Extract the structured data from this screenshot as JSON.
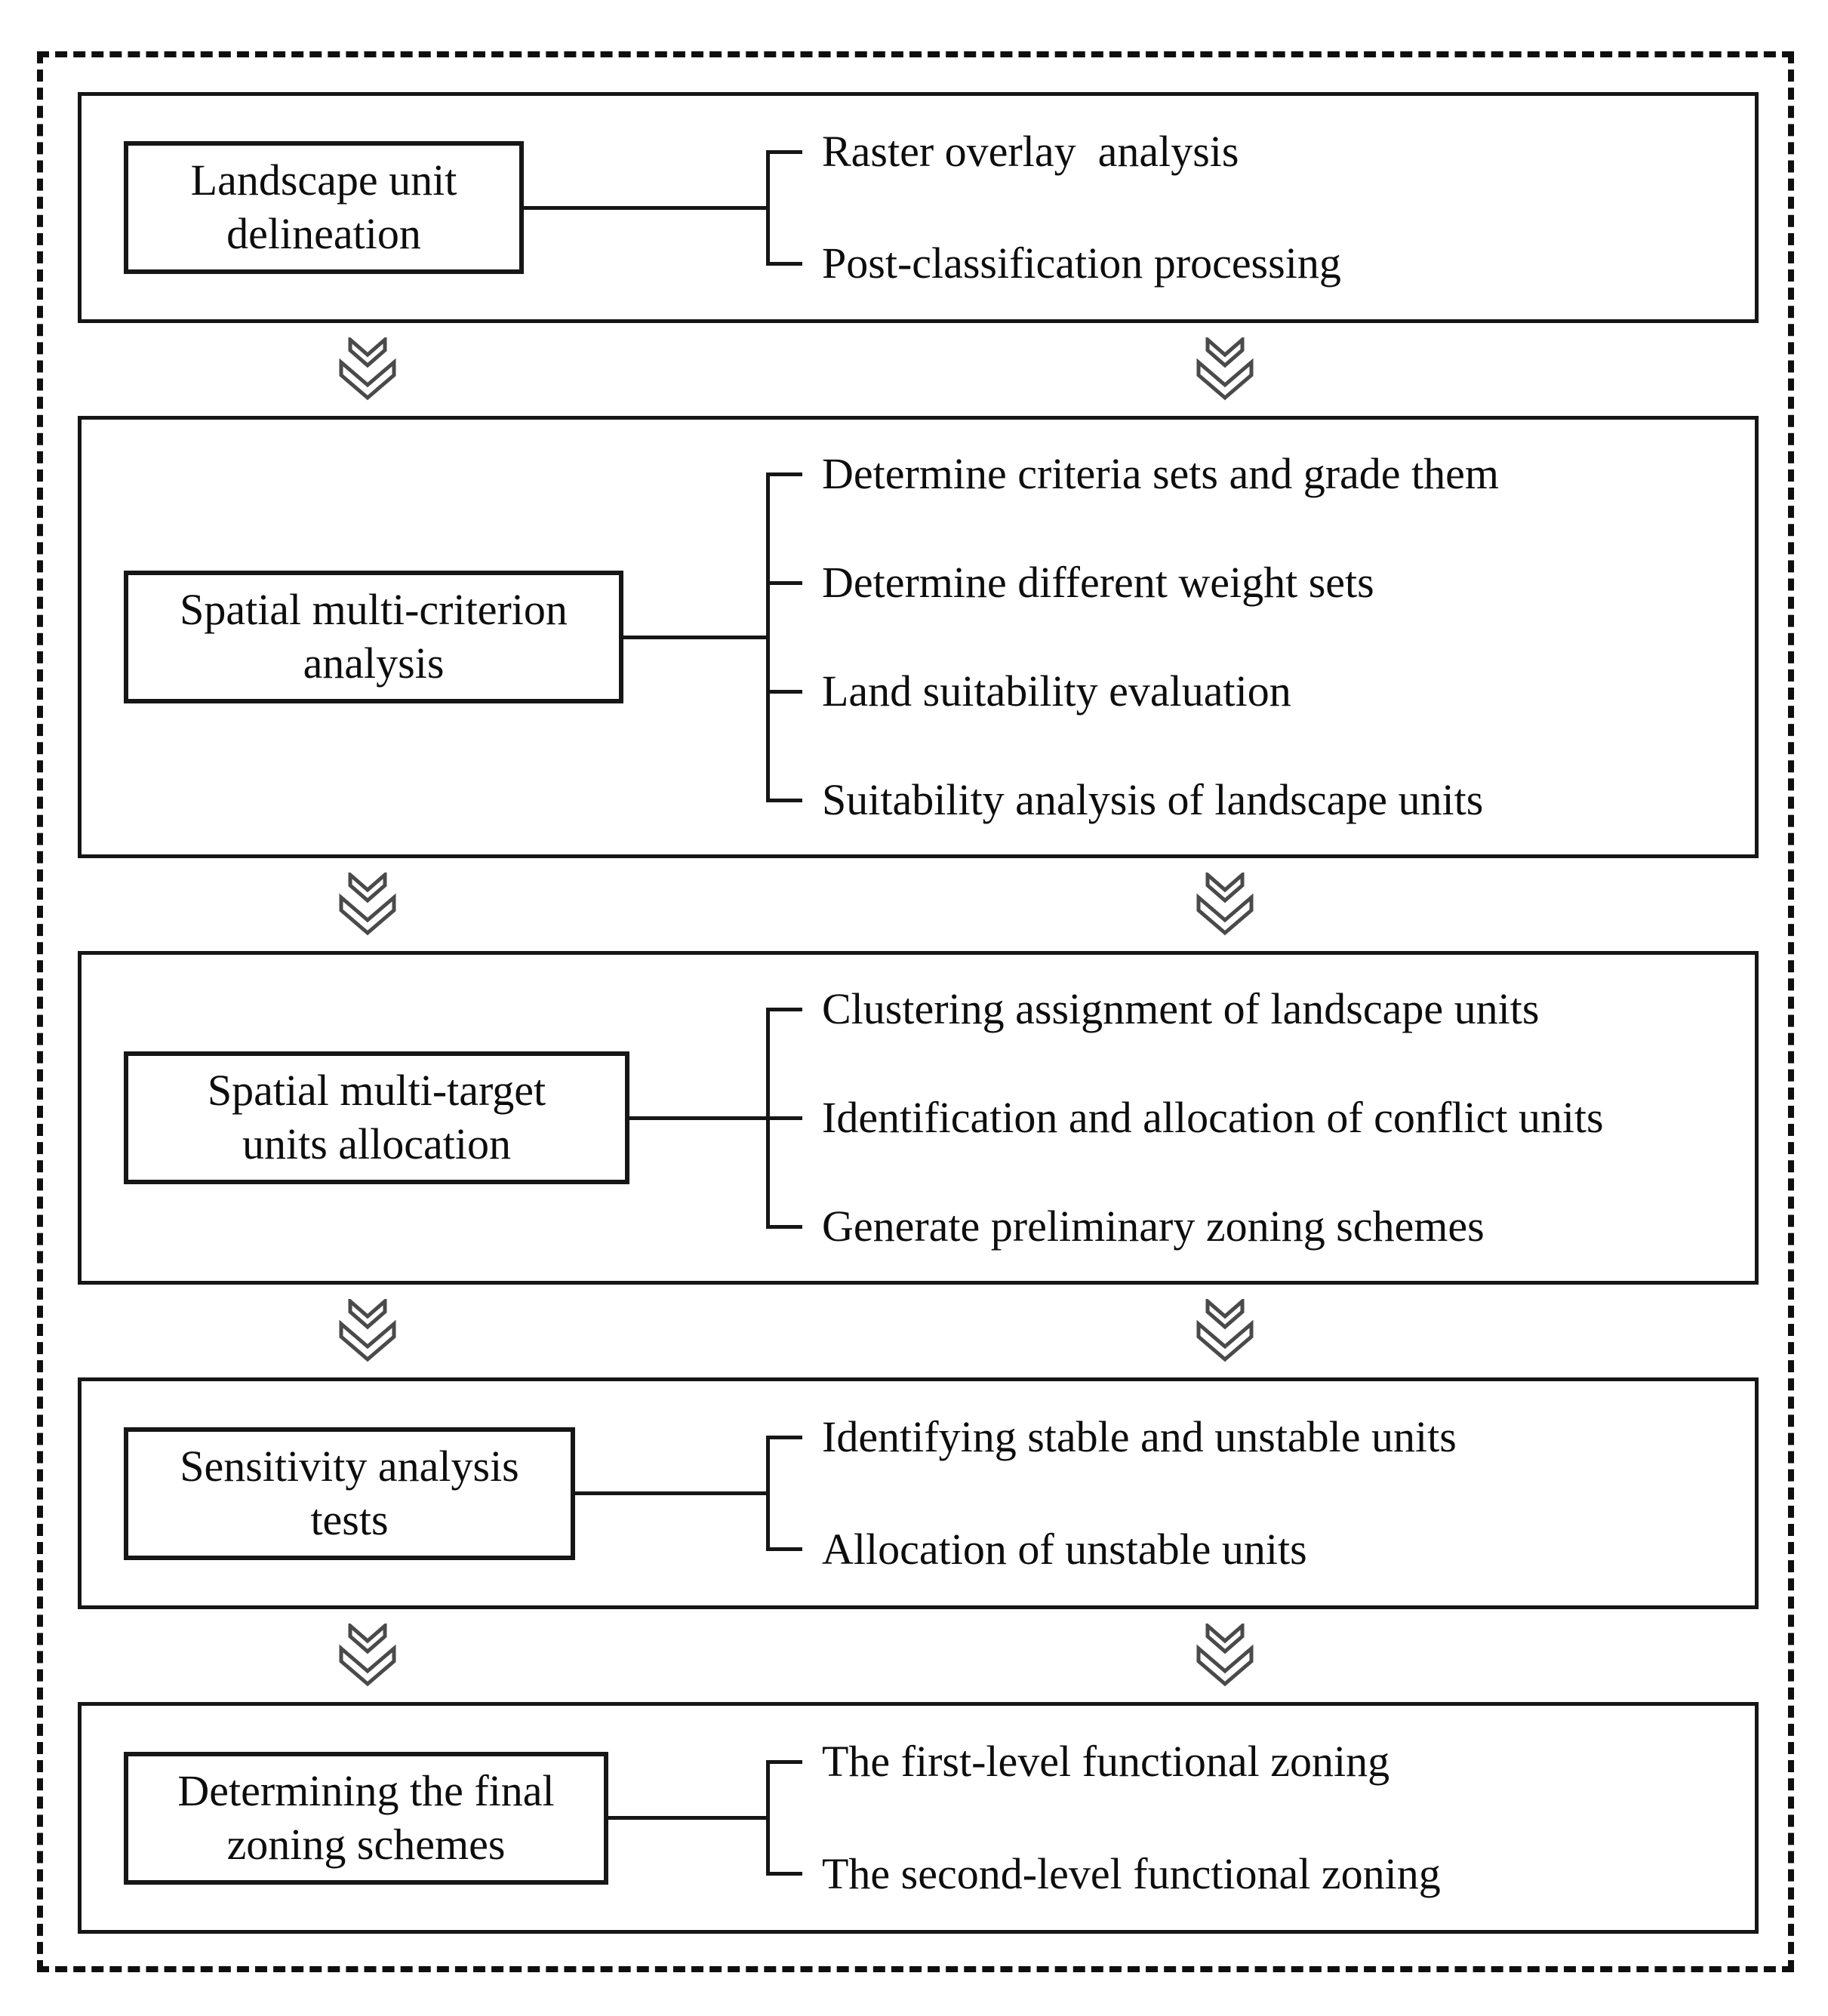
{
  "diagram": {
    "title_hint": "Zoning methodology flowchart",
    "colors": {
      "line": "#161616",
      "chevron_outline": "#4a4a4a",
      "background": "#ffffff",
      "text": "#0d0d0d"
    },
    "icons": {
      "between_sections": "double-chevron-down-icon"
    },
    "sections": [
      {
        "label": "Landscape unit\ndelineation",
        "items": [
          "Raster overlay  analysis",
          "Post-classification processing"
        ]
      },
      {
        "label": "Spatial multi-criterion\nanalysis",
        "items": [
          "Determine criteria sets and grade them",
          "Determine different weight sets",
          "Land suitability evaluation",
          "Suitability analysis of landscape units"
        ]
      },
      {
        "label": "Spatial multi-target\nunits allocation",
        "items": [
          "Clustering assignment of landscape units",
          "Identification and allocation of conflict units",
          "Generate preliminary zoning schemes"
        ]
      },
      {
        "label": "Sensitivity analysis\ntests",
        "items": [
          "Identifying stable and unstable units",
          "Allocation of unstable units"
        ]
      },
      {
        "label": "Determining the final\nzoning schemes",
        "items": [
          "The first-level functional zoning",
          "The second-level functional zoning"
        ]
      }
    ]
  }
}
